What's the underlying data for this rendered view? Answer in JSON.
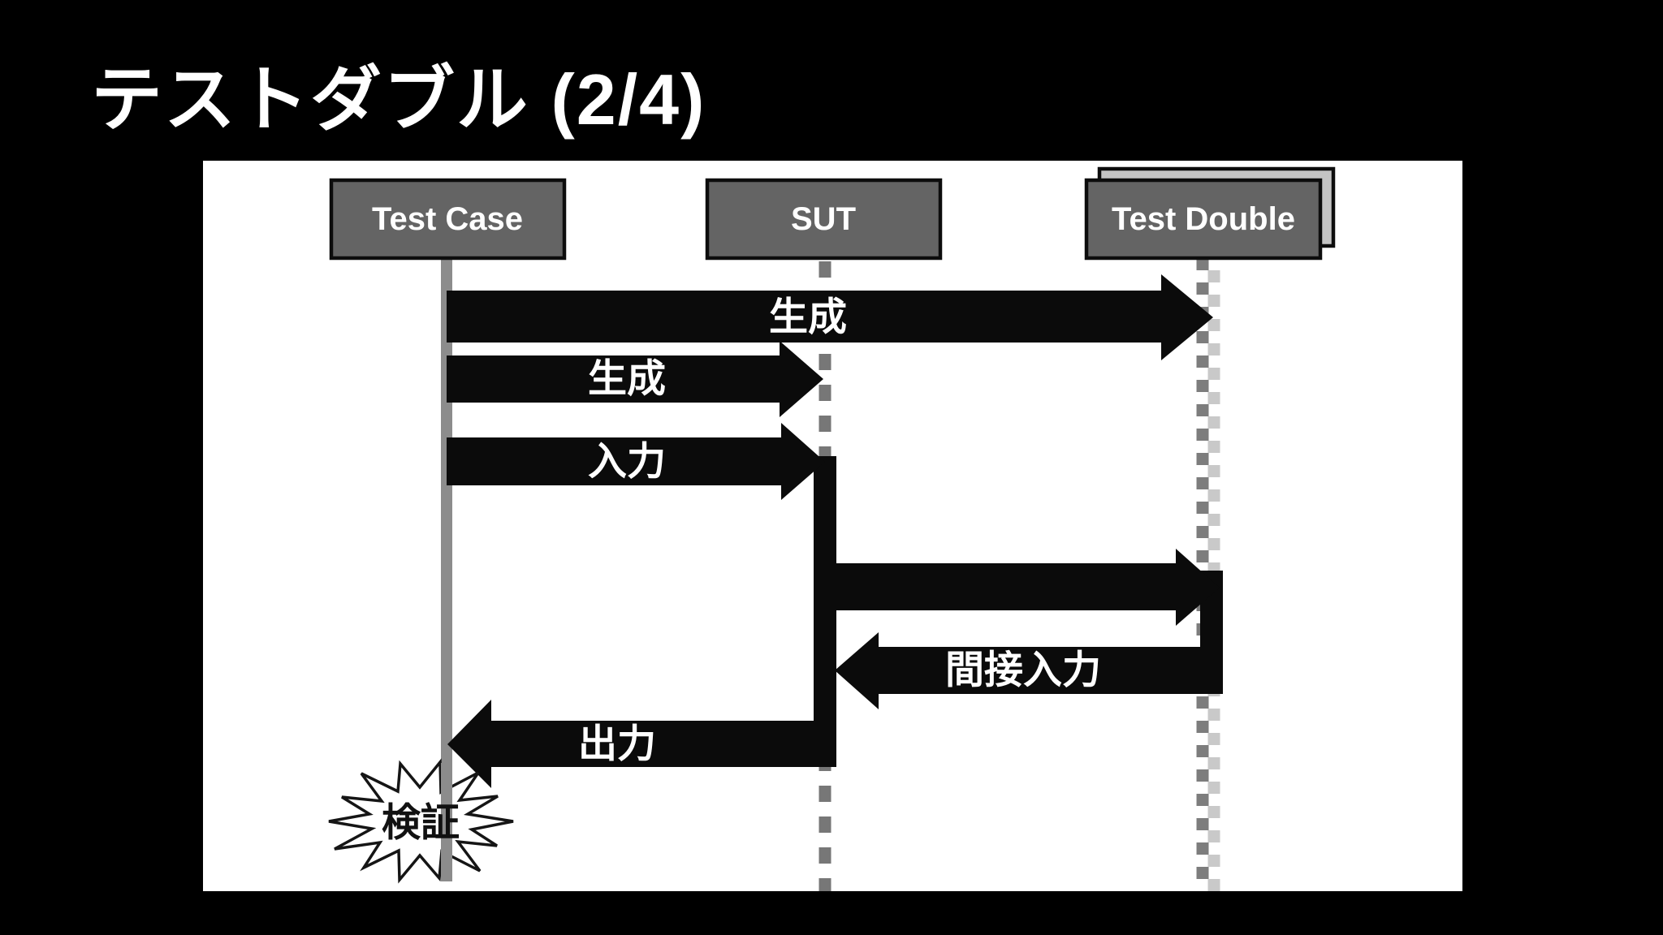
{
  "slide": {
    "title": "テストダブル (2/4)"
  },
  "diagram": {
    "type": "sequence-diagram",
    "lifelines": [
      {
        "id": "test-case",
        "label": "Test Case",
        "line_style": "solid-gray",
        "stacked": false
      },
      {
        "id": "sut",
        "label": "SUT",
        "line_style": "dashed-gray",
        "stacked": false
      },
      {
        "id": "test-double",
        "label": "Test Double",
        "line_style": "dashed-checker",
        "stacked": true
      }
    ],
    "messages": [
      {
        "from": "test-case",
        "to": "test-double",
        "label": "生成"
      },
      {
        "from": "test-case",
        "to": "sut",
        "label": "生成"
      },
      {
        "from": "test-case",
        "to": "sut",
        "label": "入力"
      },
      {
        "from": "sut",
        "to": "test-double",
        "label": ""
      },
      {
        "from": "test-double",
        "to": "sut",
        "label": "間接入力"
      },
      {
        "from": "sut",
        "to": "test-case",
        "label": "出力"
      }
    ],
    "activations": [
      {
        "lifeline": "sut"
      },
      {
        "lifeline": "test-double"
      }
    ],
    "verify_burst": {
      "label": "検証",
      "attached_to": "test-case"
    }
  },
  "colors": {
    "background": "#000000",
    "panel": "#ffffff",
    "title_text": "#ffffff",
    "box_fill": "#646464",
    "box_fill_back": "#c4c4c4",
    "box_border": "#0d0d0d",
    "arrow": "#0b0b0b",
    "message_text": "#ffffff",
    "lifeline_solid": "#8c8c8c",
    "lifeline_dash": "#777777",
    "lifeline_dash_light": "#c9c9c9",
    "burst_fill": "#ffffff",
    "burst_text": "#111111"
  }
}
